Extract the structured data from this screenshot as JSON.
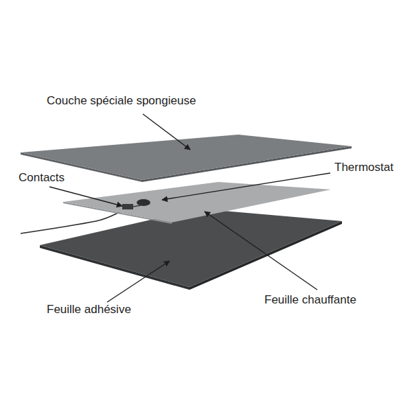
{
  "diagram": {
    "labels": [
      "Couche spéciale spongieuse",
      "Contacts",
      "Thermostat",
      "Feuille chauffante",
      "Feuille adhésive"
    ]
  }
}
